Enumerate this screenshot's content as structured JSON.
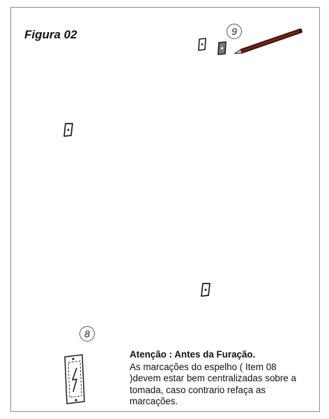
{
  "figure": {
    "title": "Figura 02"
  },
  "callouts": {
    "item9": "9",
    "item8": "8"
  },
  "note": {
    "title": "Atenção : Antes da Furação.",
    "body": "As marcações do espelho ( Item 08 )devem estar bem centralizadas sobre a tomada, caso contrario refaça as marcações."
  },
  "icons": {
    "pencil": "pencil-icon",
    "mark": "drill-mark-icon",
    "plate": "outlet-plate-icon"
  },
  "colors": {
    "line": "#1a1a1a",
    "pencil_body": "#5a1a10",
    "frame": "#8c8c8c"
  }
}
